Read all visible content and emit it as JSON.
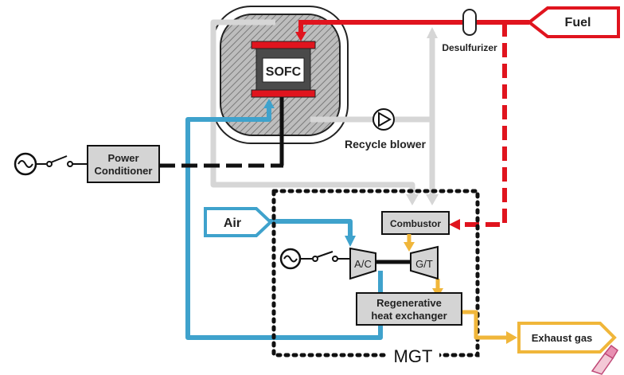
{
  "diagram": {
    "labels": {
      "sofc": "SOFC",
      "fuel": "Fuel",
      "desulfurizer": "Desulfurizer",
      "recycle_blower": "Recycle blower",
      "power_conditioner_line1": "Power",
      "power_conditioner_line2": "Conditioner",
      "air": "Air",
      "combustor": "Combustor",
      "compressor": "A/C",
      "turbine": "G/T",
      "regen_line1": "Regenerative",
      "regen_line2": "heat exchanger",
      "exhaust": "Exhaust gas",
      "mgt": "MGT"
    },
    "colors": {
      "fuel_line": "#e0141e",
      "air_line": "#3fa2cc",
      "recycle_line": "#d6d6d6",
      "exhaust_line": "#f0b63a",
      "electric_line": "#111111",
      "box_fill": "#d4d4d4",
      "hatch": "#8a8a8a"
    },
    "icons": [
      "ac-source-icon",
      "switch-icon",
      "pump-icon",
      "arrow-icon",
      "cursor-icon"
    ]
  }
}
